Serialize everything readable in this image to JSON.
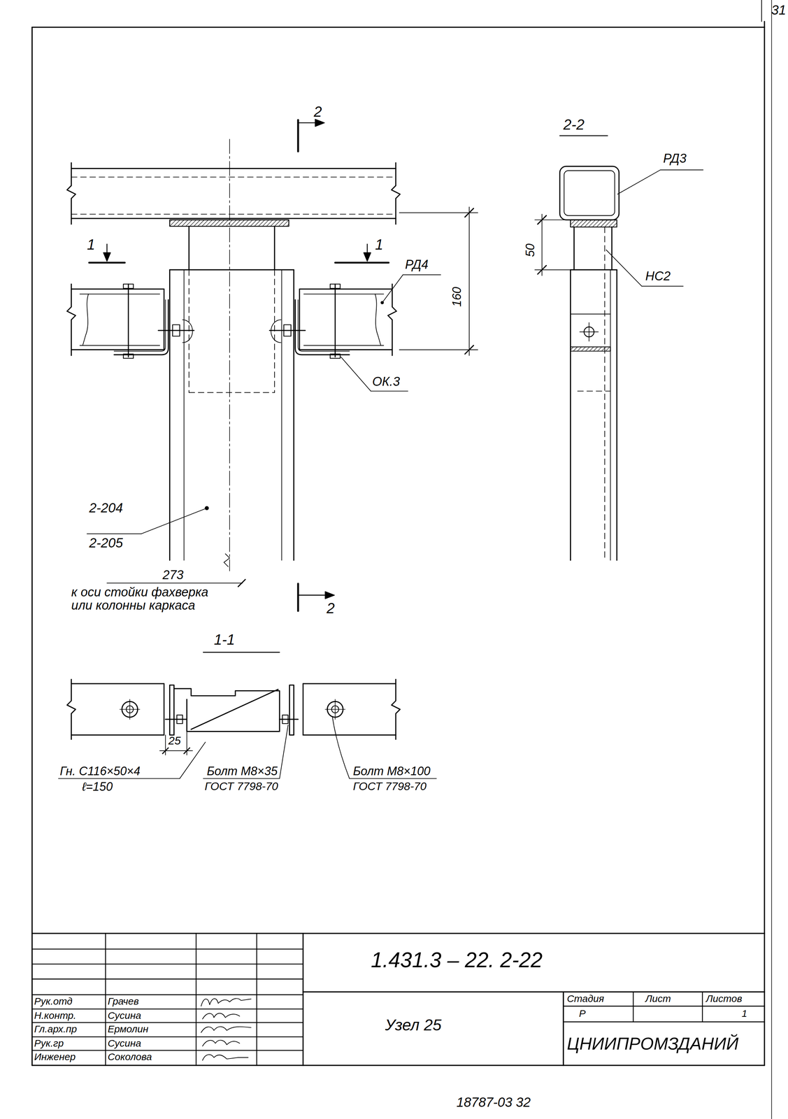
{
  "diagram": {
    "labels": [
      "31",
      "2",
      "2-2",
      "РД3",
      "1",
      "1",
      "РД4",
      "50",
      "НС2",
      "160",
      "ОК.3",
      "2-204",
      "2-205",
      "273",
      "к оси стойки фахверка или колонны каркаса",
      "2",
      "1-1",
      "25",
      "Гн. С116×50×4",
      "ℓ=150",
      "Болт М8×35",
      "ГОСТ 7798-70",
      "Болт М8×100",
      "ГОСТ 7798-70",
      "1.431.3 – 22. 2-22",
      "Рук.отд",
      "Грачев",
      "Н.контр.",
      "Сусина",
      "Гл.арх.пр",
      "Ермолин",
      "Рук.гр",
      "Сусина",
      "Инженер",
      "Соколова",
      "Узел 25",
      "Стадия",
      "Лист",
      "Листов",
      "Р",
      "1",
      "ЦНИИПРОМЗДАНИЙ",
      "18787-03 32"
    ]
  }
}
